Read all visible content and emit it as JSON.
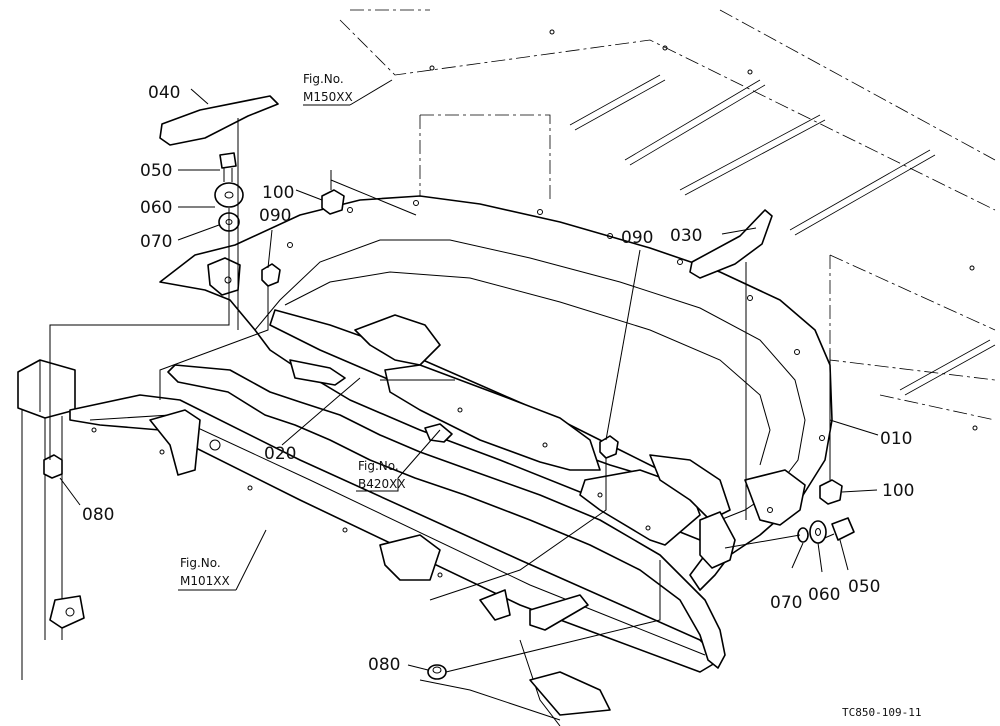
{
  "labels": {
    "p010": "010",
    "p020": "020",
    "p030": "030",
    "p040": "040",
    "p050a": "050",
    "p050b": "050",
    "p060a": "060",
    "p060b": "060",
    "p070a": "070",
    "p070b": "070",
    "p080a": "080",
    "p080b": "080",
    "p090a": "090",
    "p090b": "090",
    "p100a": "100",
    "p100b": "100"
  },
  "figure_refs": {
    "m150_title": "Fig.No.",
    "m150_code": "M150XX",
    "b420_title": "Fig.No.",
    "b420_code": "B420XX",
    "m101_title": "Fig.No.",
    "m101_code": "M101XX"
  },
  "drawing_code": "TC850-109-11",
  "colors": {
    "line": "#000000",
    "background": "#ffffff"
  }
}
